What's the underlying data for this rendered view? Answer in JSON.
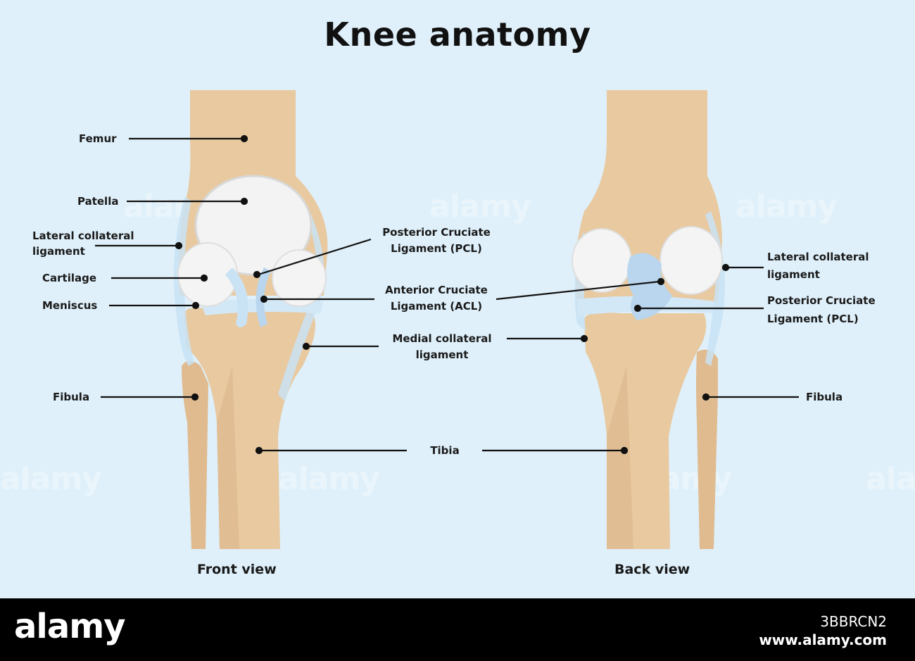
{
  "title": "Knee anatomy",
  "front": {
    "caption": "Front view",
    "labels": {
      "femur": "Femur",
      "patella": "Patella",
      "lcl_line1": "Lateral collateral",
      "lcl_line2": "ligament",
      "cartilage": "Cartilage",
      "meniscus": "Meniscus",
      "fibula": "Fibula"
    }
  },
  "shared": {
    "pcl_line1": "Posterior Cruciate",
    "pcl_line2": "Ligament (PCL)",
    "acl_line1": "Anterior Cruciate",
    "acl_line2": "Ligament (ACL)",
    "mcl_line1": "Medial collateral",
    "mcl_line2": "ligament",
    "tibia": "Tibia"
  },
  "back": {
    "caption": "Back view",
    "labels": {
      "lcl_line1": "Lateral collateral",
      "lcl_line2": "ligament",
      "pcl_line1": "Posterior Cruciate",
      "pcl_line2": "Ligament (PCL)",
      "fibula": "Fibula"
    }
  },
  "watermark": "alamy",
  "footer": {
    "brand": "alamy",
    "image_code": "3BBRCN2",
    "site": "www.alamy.com"
  },
  "colors": {
    "background": "#dff0fa",
    "bone": "#e8c9a0",
    "bone_shade": "#d9b287",
    "cartilage": "#f2f2f2",
    "ligament": "#c9e3f5",
    "footer": "#000000"
  }
}
